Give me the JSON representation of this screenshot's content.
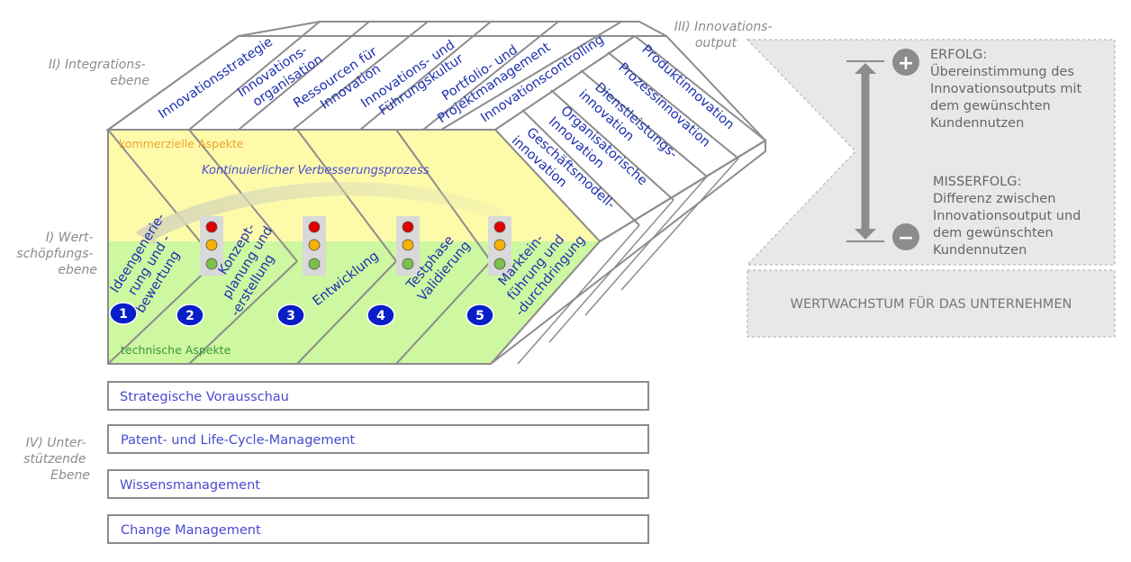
{
  "levels": {
    "integration": [
      "II) Integrations-",
      "ebene"
    ],
    "value": [
      "I) Wert-",
      "schöpfungs-",
      "ebene"
    ],
    "support": [
      "IV) Unter-",
      "stützende",
      "Ebene"
    ],
    "output": [
      "III) Innovations-",
      "output"
    ]
  },
  "top_items": [
    [
      "Innovationsstrategie"
    ],
    [
      "Innovations-",
      "organisation"
    ],
    [
      "Ressourcen für",
      "Innovation"
    ],
    [
      "Innovations- und",
      "Führungskultur"
    ],
    [
      "Portfolio- und",
      "Projektmanagement"
    ],
    [
      "Innovationscontrolling"
    ]
  ],
  "side_items": [
    [
      "Produktinnovation"
    ],
    [
      "Prozessinnovation"
    ],
    [
      "Dienstleistungs-",
      "innovation"
    ],
    [
      "Organisatorische",
      "Innovation"
    ],
    [
      "Geschäftsmodell-",
      "innovation"
    ]
  ],
  "front": {
    "commercial": "kommerzielle Aspekte",
    "technical": "technische Aspekte",
    "kvp": "Kontinuierlicher Verbesserungsprozess",
    "phases": [
      {
        "num": "1",
        "lines": [
          "Ideengenerie-",
          "rung und -",
          "bewertung"
        ]
      },
      {
        "num": "2",
        "lines": [
          "Konzept-",
          "planung und",
          "-erstellung"
        ]
      },
      {
        "num": "3",
        "lines": [
          "Entwicklung"
        ]
      },
      {
        "num": "4",
        "lines": [
          "Testphase",
          "Validierung"
        ]
      },
      {
        "num": "5",
        "lines": [
          "Marktein-",
          "führung und",
          "-durchdringung"
        ]
      }
    ]
  },
  "support_items": [
    "Strategische Vorausschau",
    "Patent- und Life-Cycle-Management",
    "Wissensmanagement",
    "Change Management"
  ],
  "output_panel": {
    "success": [
      "ERFOLG:",
      "Übereinstimmung des",
      "Innovationsoutputs mit",
      "dem gewünschten",
      "Kundennutzen"
    ],
    "failure": [
      "MISSERFOLG:",
      "Differenz zwischen",
      "Innovationsoutput und",
      "dem gewünschten",
      "Kundennutzen"
    ],
    "plus": "+",
    "minus": "−",
    "growth": "WERTWACHSTUM FÜR DAS UNTERNEHMEN"
  },
  "colors": {
    "commercial_bg": "#fdfbaa",
    "technical_bg": "#cdf7a0",
    "line": "#8c8c8c",
    "text_blue": "#1c2fb0",
    "circle_blue": "#0a1ec8",
    "light_red": "#e00000",
    "light_amber": "#f5b000",
    "light_green": "#7ac04a"
  }
}
